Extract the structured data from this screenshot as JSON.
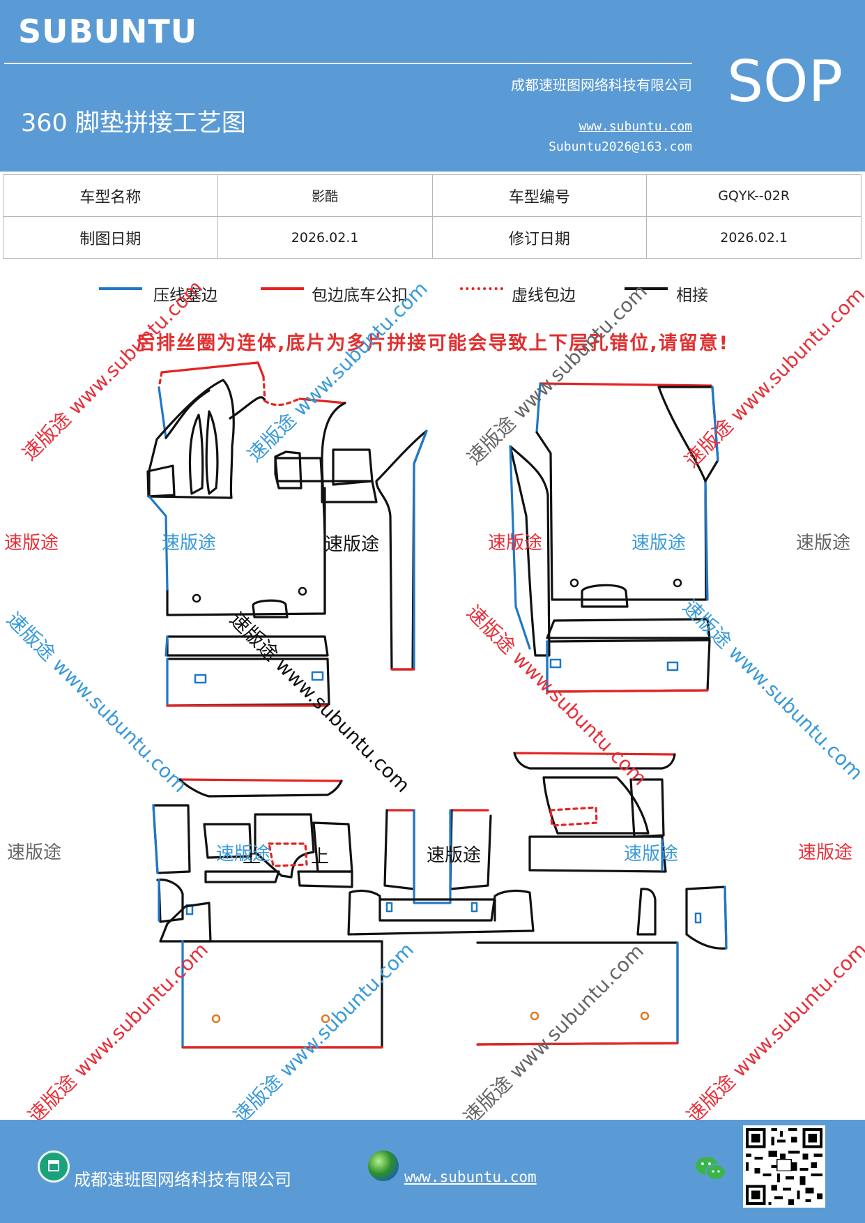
{
  "header": {
    "brand": "SUBUNTU",
    "company": "成都速班图网络科技有限公司",
    "sop": "SOP",
    "title": "360 脚垫拼接工艺图",
    "website": "www.subuntu.com",
    "email": "Subuntu2026@163.com"
  },
  "info_table": {
    "rows": [
      [
        "车型名称",
        "影酷",
        "车型编号",
        "GQYK--02R"
      ],
      [
        "制图日期",
        "2026.02.1",
        "修订日期",
        "2026.02.1"
      ]
    ]
  },
  "legend": {
    "items": [
      {
        "label": "压线塞边",
        "color": "#1f78c8",
        "style": "solid"
      },
      {
        "label": "包边底车公扣",
        "color": "#e52222",
        "style": "solid"
      },
      {
        "label": "虚线包边",
        "color": "#e52222",
        "style": "dotted"
      },
      {
        "label": "相接",
        "color": "#111111",
        "style": "solid"
      }
    ]
  },
  "warning": "后排丝圈为连体,底片为多片拼接可能会导致上下层孔错位,请留意!",
  "drawing": {
    "labels": {
      "up_left": "上",
      "up_right": "上"
    }
  },
  "watermarks": {
    "brand_cn": "速版途",
    "url_text": "速版途 www.subuntu.com",
    "red": "#e8303a",
    "blue": "#3a9ad9",
    "gray": "#666666"
  },
  "footer": {
    "company": "成都速班图网络科技有限公司",
    "website": "www.subuntu.com "
  },
  "colors": {
    "header_bg": "#5b9bd5",
    "blue_line": "#1f78c8",
    "red_line": "#e52222",
    "black_line": "#111111",
    "hole_orange": "#e07a1f"
  },
  "icons": [
    "home-icon",
    "globe-icon",
    "wechat-icon",
    "qr-code"
  ]
}
